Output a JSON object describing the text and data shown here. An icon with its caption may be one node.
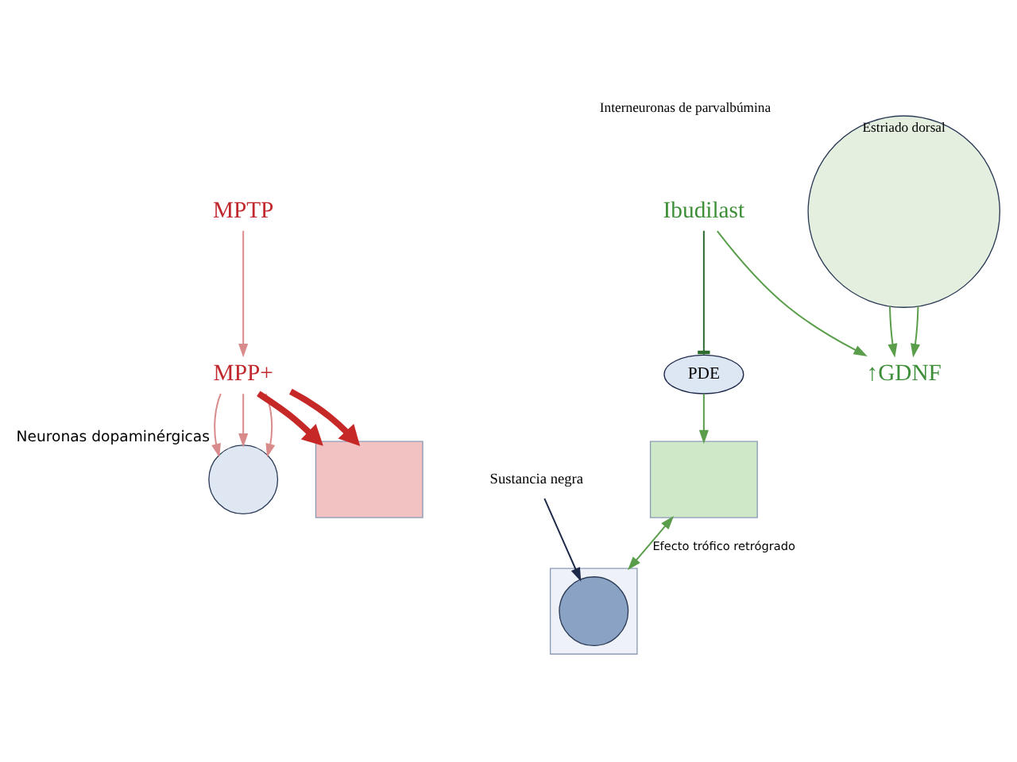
{
  "diagram": {
    "nodes": [
      {
        "text": [
          "MPTP"
        ]
      },
      {
        "text": [
          "MPP+"
        ]
      },
      {
        "text": [],
        "shape": "box"
      },
      {
        "text": [
          "Sustancia negra"
        ]
      },
      {
        "text": [],
        "shape": "circle",
        "in": 2
      },
      {
        "text": [],
        "shape": "circle",
        "beside": [
          "Neuronas dopaminérgicas"
        ]
      },
      {
        "text": [
          "Estriado dorsal"
        ],
        "beside": [
          "Interneuronas de parvalbúmina"
        ]
      },
      {
        "text": [
          "↑GDNF"
        ]
      },
      {
        "text": [
          "Ibudilast"
        ]
      },
      {
        "text": [
          "PDE"
        ]
      },
      {
        "text": [],
        "shape": "box"
      },
      {
        "text": [],
        "shape": "box"
      }
    ],
    "edges": [
      {
        "from": 0,
        "to": 1,
        "arrow": "to",
        "color": "#d98b8b"
      },
      {
        "from": 1,
        "to": 5,
        "arrow": "to",
        "color": "#d98b8b"
      },
      {
        "from": 1,
        "to": 5,
        "arrow": "to",
        "color": "#d98b8b"
      },
      {
        "from": 1,
        "to": 5,
        "arrow": "to",
        "color": "#d98b8b"
      },
      {
        "from": 1,
        "to": 10,
        "arrow": "to",
        "style": "thick",
        "color": "#c62828"
      },
      {
        "from": 1,
        "to": 10,
        "arrow": "to",
        "style": "thick",
        "color": "#c62828"
      },
      {
        "from": 3,
        "to": 4,
        "arrow": "to",
        "color": "#1f2a4a"
      },
      {
        "from": 6,
        "to": 7,
        "arrow": "to",
        "color": "#5a9e4b"
      },
      {
        "from": 6,
        "to": 7,
        "arrow": "to",
        "color": "#5a9e4b"
      },
      {
        "from": 8,
        "to": 7,
        "arrow": "to",
        "color": "#5a9e4b"
      },
      {
        "from": 8,
        "to": 9,
        "arrow": "other",
        "color": "#2e6b2e"
      },
      {
        "from": 9,
        "to": 11,
        "arrow": "to",
        "color": "#5a9e4b"
      },
      {
        "from": 11,
        "to": 2,
        "arrow": "both",
        "label": "Efecto trófico retrógrado",
        "color": "#5a9e4b"
      }
    ]
  }
}
